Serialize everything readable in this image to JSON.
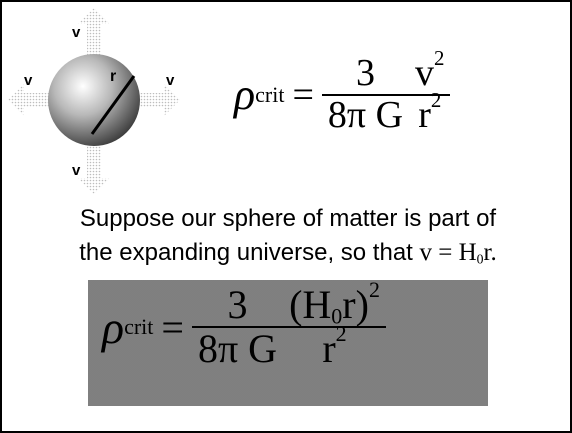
{
  "diagram": {
    "v_top": "v",
    "v_left": "v",
    "v_right": "v",
    "v_bottom": "v",
    "radius_label": "r"
  },
  "formula1": {
    "rho": "ρ",
    "sub": "crit",
    "eq": "=",
    "num1": "3",
    "den1": "8π G",
    "num2_base": "v",
    "num2_exp": "2",
    "den2_base": "r",
    "den2_exp": "2"
  },
  "text": {
    "line1": "Suppose our sphere of matter is part of",
    "line2_prefix": "the expanding universe, so that ",
    "line2_math": "v = H",
    "line2_sub": "0",
    "line2_end": "r."
  },
  "formula2": {
    "rho": "ρ",
    "sub": "crit",
    "eq": "=",
    "num1": "3",
    "den1": "8π G",
    "num2_open": "(H",
    "num2_sub": "0",
    "num2_close": "r)",
    "num2_exp": "2",
    "den2_base": "r",
    "den2_exp": "2"
  }
}
